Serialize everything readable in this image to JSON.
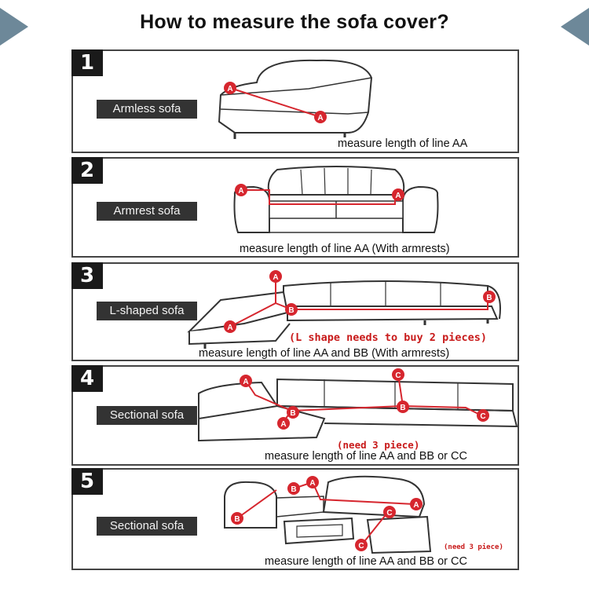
{
  "title": "How to measure the sofa cover?",
  "colors": {
    "accent": "#d6262e",
    "label_bg": "#333333",
    "corner": "#6d8899"
  },
  "panels": [
    {
      "number": "1",
      "label": "Armless sofa",
      "caption": "measure length of line AA",
      "note": ""
    },
    {
      "number": "2",
      "label": "Armrest sofa",
      "caption": "measure length of line AA (With armrests)",
      "note": ""
    },
    {
      "number": "3",
      "label": "L-shaped sofa",
      "caption": "measure length of line AA and BB (With armrests)",
      "note": "(L shape needs to buy 2 pieces)"
    },
    {
      "number": "4",
      "label": "Sectional sofa",
      "caption": "measure length of line AA and BB or CC",
      "note": "(need 3 piece)"
    },
    {
      "number": "5",
      "label": "Sectional sofa",
      "caption": "measure length of line AA and BB or CC",
      "note": "(need 3 piece)"
    }
  ],
  "markers": [
    "A",
    "B",
    "C"
  ]
}
